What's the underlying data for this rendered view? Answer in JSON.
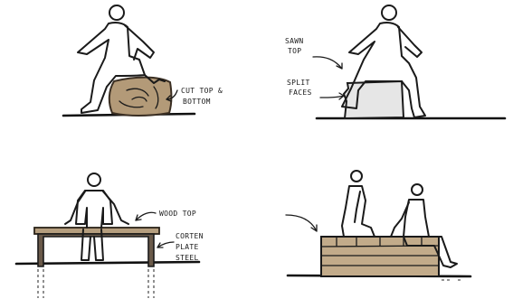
{
  "panels": [
    {
      "id": "log-seat",
      "annotation_lines": [
        "CUT TOP &",
        "BOTTOM"
      ]
    },
    {
      "id": "stone-seat",
      "annotation_lines": [
        "SAWN",
        "TOP",
        "SPLIT",
        "FACES"
      ]
    },
    {
      "id": "steel-bench",
      "annotation_lines": [
        "WOOD TOP",
        "CORTEN",
        "PLATE",
        "STEEL"
      ]
    },
    {
      "id": "timber-box-bench",
      "annotation_lines": []
    }
  ],
  "colors": {
    "log_wood": "#b39a78",
    "stone": "#e6e6e6",
    "wood_top": "#b59e7e",
    "corten": "#6a5a4a",
    "timber": "#c2ab8a",
    "ink": "#1a1a1a"
  }
}
